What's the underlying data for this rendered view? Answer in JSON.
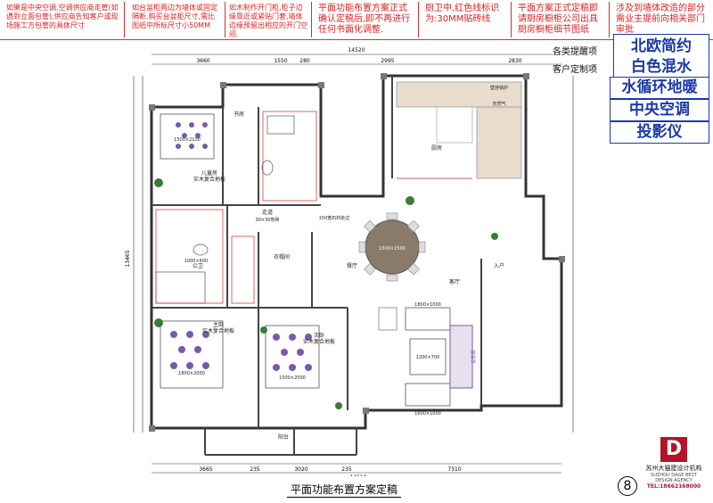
{
  "notes": [
    {
      "text": "如果是中央空调,空调供应商走管(如遇到立面包管),供应商告知客户或现场施工方包管的具体尺寸"
    },
    {
      "text": "如台盆柜两边为墙体或固定隔断,购买台盆柜尺寸,需比图纸中所标尺寸小50MM"
    },
    {
      "text": "如木制作开门柜,柜子边缘靠近或紧贴门套,墙体边缘预留出相应的开门空间."
    },
    {
      "text": "平面功能布置方案正式确认定稿后,即不再进行任何书面化调整."
    },
    {
      "text": "厨卫中,红色线标识为:30MM贴砖线"
    },
    {
      "text": "平面方案正式定稿即请厨房橱柜公司出具厨房橱柜细节图纸"
    },
    {
      "text": "涉及到墙体改造的部分需业主提前向相关部门审批"
    }
  ],
  "labels": {
    "provided": "各类提醒项",
    "custom": "客户定制项"
  },
  "features": [
    "北欧简约",
    "白色混水",
    "水循环地暖",
    "中央空调",
    "投影仪"
  ],
  "dimensions": {
    "overall": "14520",
    "bottom_overall": "14510",
    "top": [
      "3660",
      "1550",
      "280",
      "2995",
      "2830"
    ],
    "bottom": [
      "3665",
      "235",
      "3020",
      "235",
      "7310"
    ],
    "left_total": "13465"
  },
  "rooms": [
    {
      "label": "儿童房\n实木复合地板"
    },
    {
      "label": "公卫"
    },
    {
      "label": "主卧\n实木复合地板"
    },
    {
      "label": "次卧\n实木复合地板"
    },
    {
      "label": "走道"
    },
    {
      "label": "餐厅"
    },
    {
      "label": "客厅"
    },
    {
      "label": "厨房"
    },
    {
      "label": "阳台"
    },
    {
      "label": "入户"
    },
    {
      "label": "衣帽间"
    },
    {
      "label": "书房"
    }
  ],
  "plan_annotations": [
    {
      "text": "1500×1500"
    },
    {
      "text": "1800×1000"
    },
    {
      "text": "1600×1000"
    },
    {
      "text": "1200×700"
    },
    {
      "text": "1800×2000"
    },
    {
      "text": "1500×2000"
    },
    {
      "text": "1500×2100"
    },
    {
      "text": "1000×600"
    },
    {
      "text": "30×30地砖"
    },
    {
      "text": "150宽石材走边"
    },
    {
      "text": "天然气"
    },
    {
      "text": "壁挂锅炉"
    },
    {
      "text": "投影幕"
    }
  ],
  "title": "平面功能布置方案定稿",
  "page_number": "8",
  "logo": {
    "mark": "D",
    "name": "苏州大猫建设计机构",
    "en": "SUZHOU DAGE BEST DESIGN AGENCY",
    "tel": "TEL:18662168000"
  },
  "colors": {
    "wall": "#333333",
    "note_red": "#dd2222",
    "feature_blue": "#1a3aa6",
    "rug_purple": "#7a5aa8",
    "table_brown": "#8a7a6a"
  }
}
